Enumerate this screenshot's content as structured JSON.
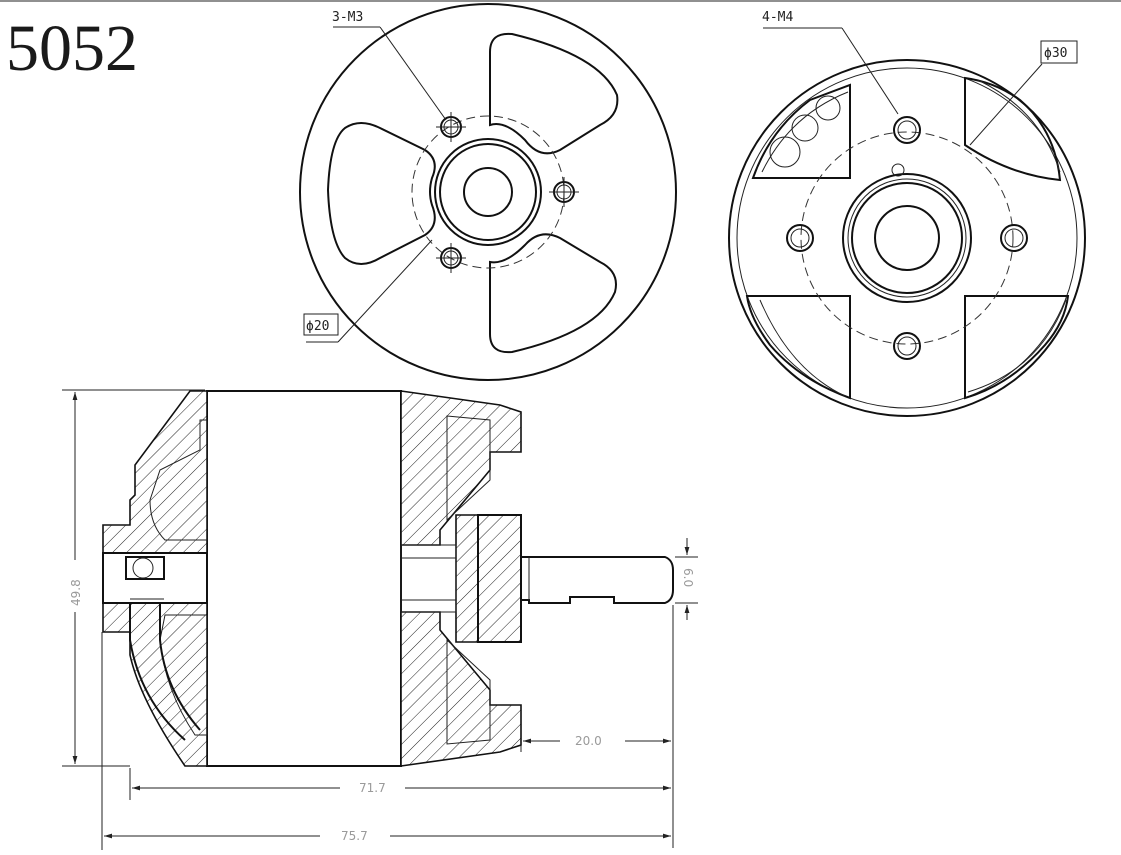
{
  "title": "5052",
  "front_view": {
    "hole_callout": "3-M3",
    "circle_callout": "ϕ20"
  },
  "rear_view": {
    "hole_callout": "4-M4",
    "circle_callout": "ϕ30"
  },
  "side_view": {
    "height_dim": "49.8",
    "shaft_dim": "6.0",
    "shaft_length_dim": "20.0",
    "body_length_dim": "71.7",
    "total_length_dim": "75.7"
  }
}
